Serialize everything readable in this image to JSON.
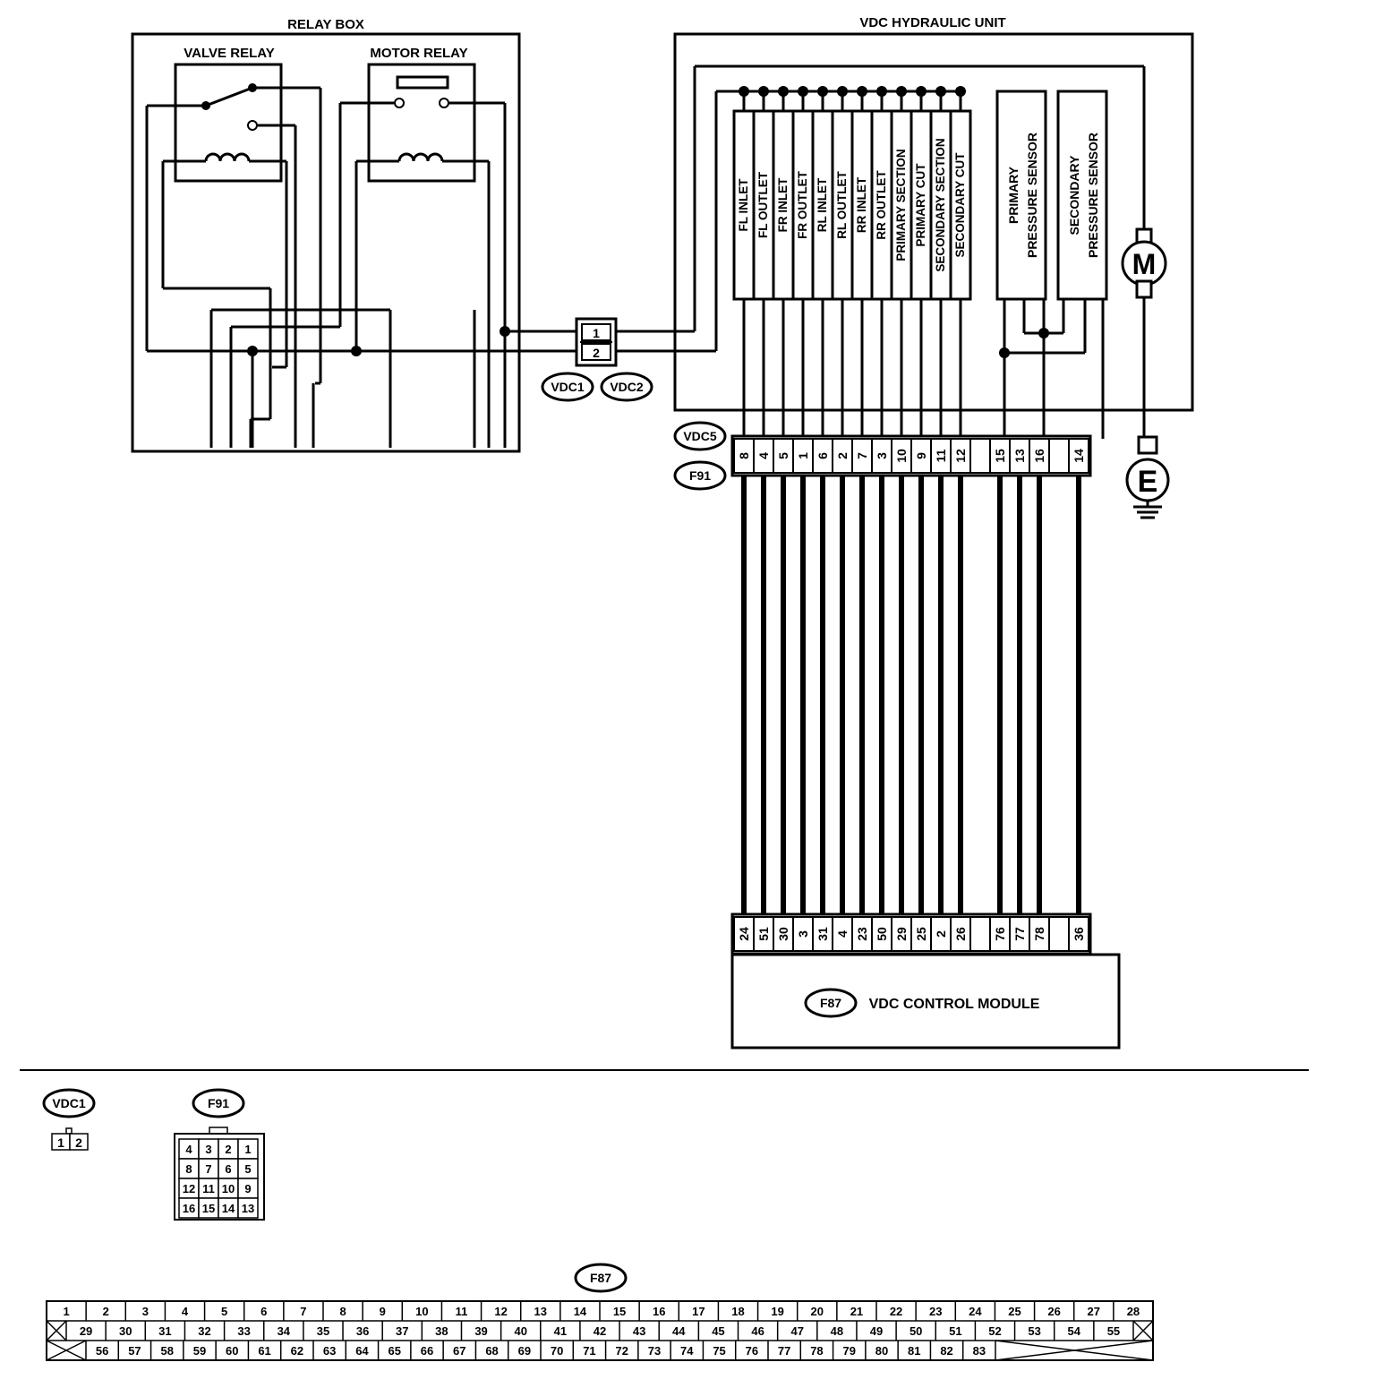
{
  "relay_box": {
    "title": "RELAY BOX",
    "valve_relay": "VALVE RELAY",
    "motor_relay": "MOTOR RELAY"
  },
  "hydraulic_unit": {
    "title": "VDC HYDRAULIC UNIT",
    "valves": [
      "FL INLET",
      "FL OUTLET",
      "FR INLET",
      "FR OUTLET",
      "RL INLET",
      "RL OUTLET",
      "RR INLET",
      "RR OUTLET",
      "PRIMARY SECTION",
      "PRIMARY CUT",
      "SECONDARY SECTION",
      "SECONDARY CUT"
    ],
    "primary_sensor": [
      "PRIMARY",
      "PRESSURE SENSOR"
    ],
    "secondary_sensor": [
      "SECONDARY",
      "PRESSURE SENSOR"
    ],
    "motor_symbol": "M",
    "ground_symbol": "E"
  },
  "connectors": {
    "vdc1": "VDC1",
    "vdc2": "VDC2",
    "vdc5": "VDC5",
    "f91": "F91",
    "f87": "F87",
    "vdc1_2_pins": [
      "1",
      "2"
    ],
    "vdc5_pins": [
      "8",
      "4",
      "5",
      "1",
      "6",
      "2",
      "7",
      "3",
      "10",
      "9",
      "11",
      "12",
      "",
      "15",
      "13",
      "16",
      "",
      "14"
    ],
    "f87_pins": [
      "24",
      "51",
      "30",
      "3",
      "31",
      "4",
      "23",
      "50",
      "29",
      "25",
      "2",
      "26",
      "",
      "76",
      "77",
      "78",
      "",
      "36"
    ]
  },
  "control_module": {
    "label": "VDC CONTROL MODULE"
  },
  "face_views": {
    "vdc1_label": "VDC1",
    "vdc1_pins": [
      "1",
      "2"
    ],
    "f91_label": "F91",
    "f91_rows": [
      [
        "4",
        "3",
        "2",
        "1"
      ],
      [
        "8",
        "7",
        "6",
        "5"
      ],
      [
        "12",
        "11",
        "10",
        "9"
      ],
      [
        "16",
        "15",
        "14",
        "13"
      ]
    ],
    "f87_label": "F87",
    "f87_row1": [
      "1",
      "2",
      "3",
      "4",
      "5",
      "6",
      "7",
      "8",
      "9",
      "10",
      "11",
      "12",
      "13",
      "14",
      "15",
      "16",
      "17",
      "18",
      "19",
      "20",
      "21",
      "22",
      "23",
      "24",
      "25",
      "26",
      "27",
      "28"
    ],
    "f87_row2": [
      "29",
      "30",
      "31",
      "32",
      "33",
      "34",
      "35",
      "36",
      "37",
      "38",
      "39",
      "40",
      "41",
      "42",
      "43",
      "44",
      "45",
      "46",
      "47",
      "48",
      "49",
      "50",
      "51",
      "52",
      "53",
      "54",
      "55"
    ],
    "f87_row3": [
      "56",
      "57",
      "58",
      "59",
      "60",
      "61",
      "62",
      "63",
      "64",
      "65",
      "66",
      "67",
      "68",
      "69",
      "70",
      "71",
      "72",
      "73",
      "74",
      "75",
      "76",
      "77",
      "78",
      "79",
      "80",
      "81",
      "82",
      "83"
    ]
  }
}
